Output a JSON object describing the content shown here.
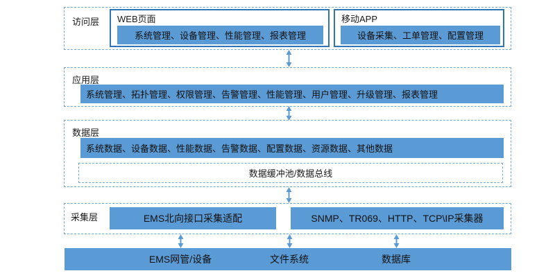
{
  "colors": {
    "bar_blue": "#5B9BD5",
    "panel_border_blue": "#2E75B6",
    "dashed_blue": "#6FA8DC",
    "arrow_blue": "#5B9BD5",
    "text": "#111111"
  },
  "layers": {
    "access": {
      "label": "访问层",
      "web": {
        "title": "WEB页面",
        "items": "系统管理、设备管理、性能管理、报表管理"
      },
      "mobile": {
        "title": "移动APP",
        "items": "设备采集、工单管理、配置管理"
      }
    },
    "application": {
      "label": "应用层",
      "items": "系统管理、拓扑管理、权限管理、告警管理、性能管理、用户管理、升级管理、报表管理"
    },
    "data": {
      "label": "数据层",
      "items": "系统数据、设备数据、性能数据、告警数据、配置数据、资源数据、其他数据",
      "bus": "数据缓冲池/数据总线"
    },
    "collection": {
      "label": "采集层",
      "ems_adapter": "EMS北向接口采集适配",
      "collectors": "SNMP、TR069、HTTP、TCP\\IP采集器"
    },
    "sources": {
      "items": [
        "EMS网管/设备",
        "文件系统",
        "数据库"
      ]
    }
  }
}
